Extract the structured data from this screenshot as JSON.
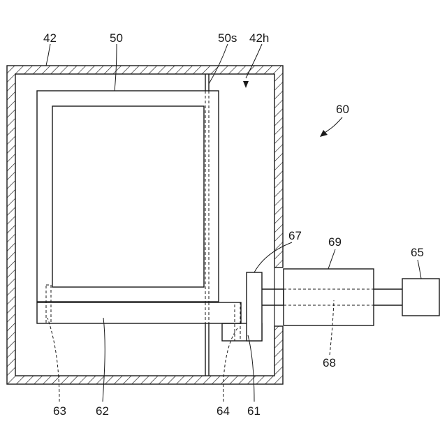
{
  "figure": {
    "labels": {
      "housing": "42",
      "housing_interior": "42h",
      "panel": "50",
      "panel_slit": "50s",
      "mechanism": "60",
      "arm_block": "61",
      "arm": "62",
      "arm_tip": "63",
      "arm_joint": "64",
      "motor": "65",
      "slider": "67",
      "rail": "68",
      "guide": "69"
    }
  }
}
